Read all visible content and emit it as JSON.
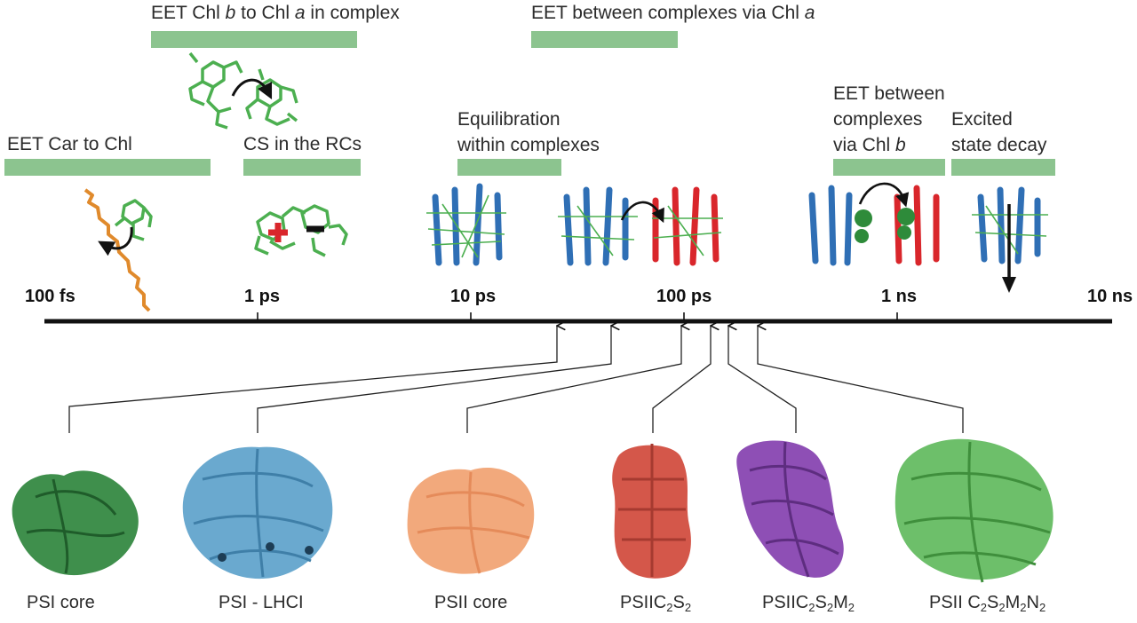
{
  "processes": [
    {
      "id": "eet-car",
      "label": "EET Car to Chl"
    },
    {
      "id": "eet-chlb-a",
      "pre": "EET Chl ",
      "em": "b",
      "post": " to Chl ",
      "em2": "a",
      "post2": " in complex"
    },
    {
      "id": "cs-rc",
      "label": "CS in the RCs"
    },
    {
      "id": "equil",
      "line1": "Equilibration",
      "line2": "within complexes"
    },
    {
      "id": "eet-chla",
      "pre": "EET between complexes via Chl ",
      "em": "a"
    },
    {
      "id": "eet-chlb",
      "line1": "EET between",
      "line2": "complexes",
      "line3pre": "via Chl ",
      "line3em": "b"
    },
    {
      "id": "decay",
      "line1": "Excited",
      "line2": "state decay"
    }
  ],
  "axis": {
    "ticks": [
      "100 fs",
      "1 ps",
      "10 ps",
      "100 ps",
      "1 ns",
      "10 ns"
    ]
  },
  "complexes": [
    {
      "id": "psi-core",
      "label": "PSI core",
      "color": "#3f8f4c"
    },
    {
      "id": "psi-lhci",
      "label": "PSI - LHCI",
      "color": "#6aa9cf"
    },
    {
      "id": "psii-core",
      "label": "PSII core",
      "color": "#f2a97c"
    },
    {
      "id": "psii-c2s2",
      "base": "PSIIC",
      "subs": [
        "2",
        "S",
        "2"
      ],
      "color": "#d4574a"
    },
    {
      "id": "psii-c2s2m2",
      "base": "PSIIC",
      "subs": [
        "2",
        "S",
        "2",
        "M",
        "2"
      ],
      "color": "#8e4fb5"
    },
    {
      "id": "psii-c2s2m2n2",
      "base": "PSII C",
      "subs": [
        "2",
        "S",
        "2",
        "M",
        "2",
        "N",
        "2"
      ],
      "color": "#6dbf6a"
    }
  ],
  "colors": {
    "bar": "#8cc48f",
    "chl": "#4caf50",
    "car": "#e08a2c",
    "blue-protein": "#2f6fb5",
    "red-protein": "#d9262b"
  }
}
